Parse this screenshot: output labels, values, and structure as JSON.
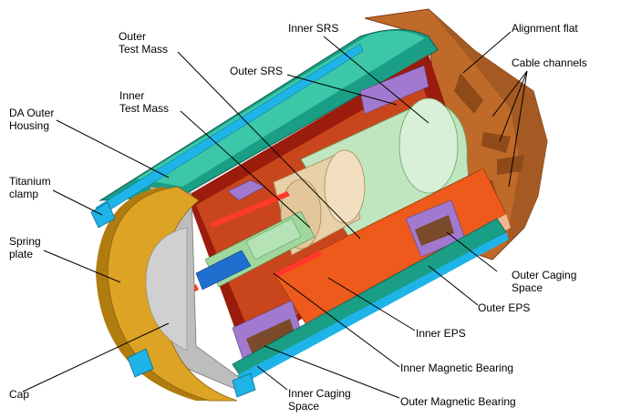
{
  "labels": {
    "outer_test_mass": "Outer\nTest Mass",
    "inner_srs": "Inner SRS",
    "alignment_flat": "Alignment flat",
    "outer_srs": "Outer SRS",
    "cable_channels": "Cable channels",
    "inner_test_mass": "Inner\nTest Mass",
    "da_outer_housing": "DA Outer\nHousing",
    "titanium_clamp": "Titanium\nclamp",
    "spring_plate": "Spring\nplate",
    "outer_caging_space": "Outer Caging\nSpace",
    "outer_eps": "Outer EPS",
    "inner_eps": "Inner EPS",
    "inner_magnetic_bearing": "Inner Magnetic Bearing",
    "cap": "Cap",
    "inner_caging_space": "Inner Caging\nSpace",
    "outer_magnetic_bearing": "Outer Magnetic Bearing"
  },
  "colors": {
    "housing_teal": "#1a9e86",
    "housing_teal_light": "#3cc8a8",
    "flange_copper": "#c06a2a",
    "flange_copper_dark": "#8e4a18",
    "cap_gold": "#dca324",
    "cap_gold_dark": "#b07c10",
    "srs_green": "#bfe6bf",
    "test_mass_tan": "#e8d0a8",
    "eps_orange": "#ee5a1c",
    "red_layer": "#d9431a",
    "purple": "#a17ad0",
    "blue_clamp": "#1fb4e8",
    "gray_plate": "#bdbdbd",
    "blue_rod": "#1f6fd0"
  }
}
